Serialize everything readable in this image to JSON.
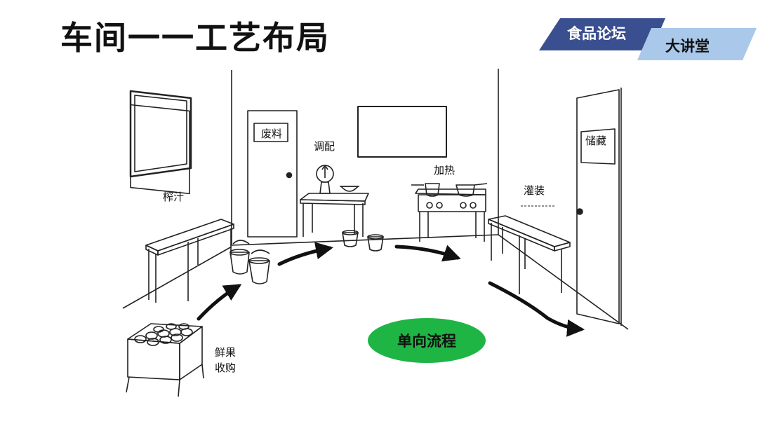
{
  "title": "车间一一工艺布局",
  "badges": {
    "forum": "食品论坛",
    "lecture": "大讲堂"
  },
  "labels": {
    "waste": "废料",
    "blend": "调配",
    "heat": "加热",
    "press": "榨汁",
    "fill": "灌装",
    "storage": "储藏",
    "fresh_fruit_line1": "鲜果",
    "fresh_fruit_line2": "收购"
  },
  "flow_label": "单向流程",
  "colors": {
    "oval_green": "#1fb545",
    "badge_dark": "#3a4f8f",
    "badge_light": "#a9c8ea"
  }
}
